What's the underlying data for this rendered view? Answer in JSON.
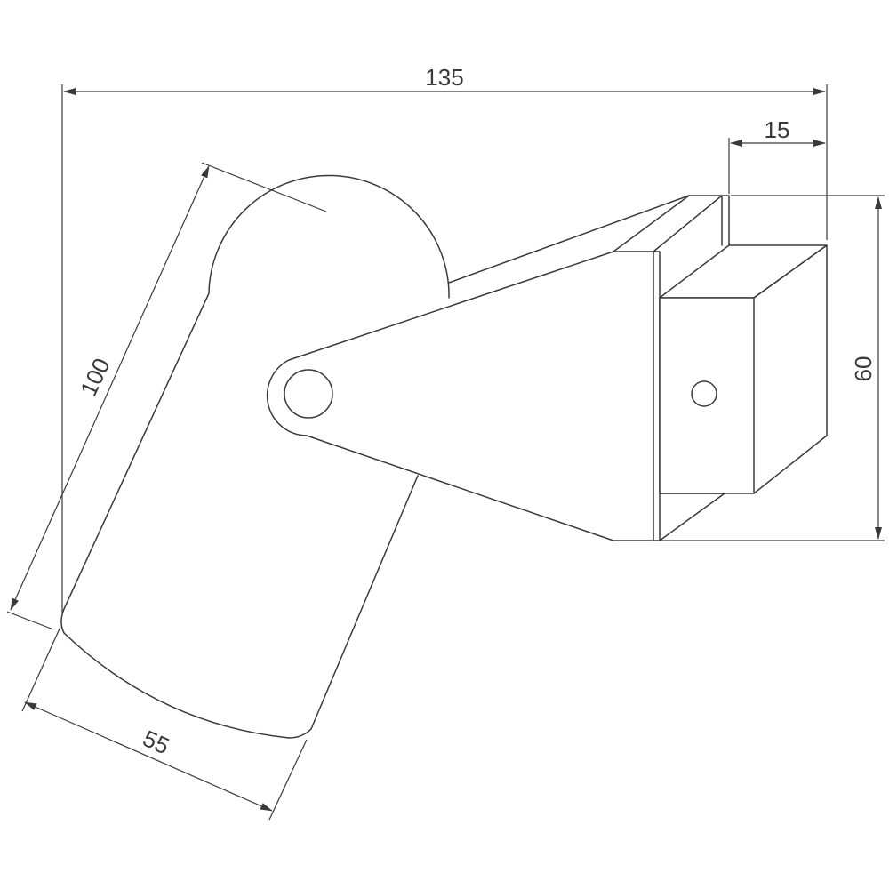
{
  "dimensions": {
    "overall_width": "135",
    "bracket_depth": "15",
    "plate_height": "60",
    "body_length": "100",
    "body_diameter": "55"
  },
  "colors": {
    "line": "#3a3a3a",
    "background": "#ffffff"
  }
}
